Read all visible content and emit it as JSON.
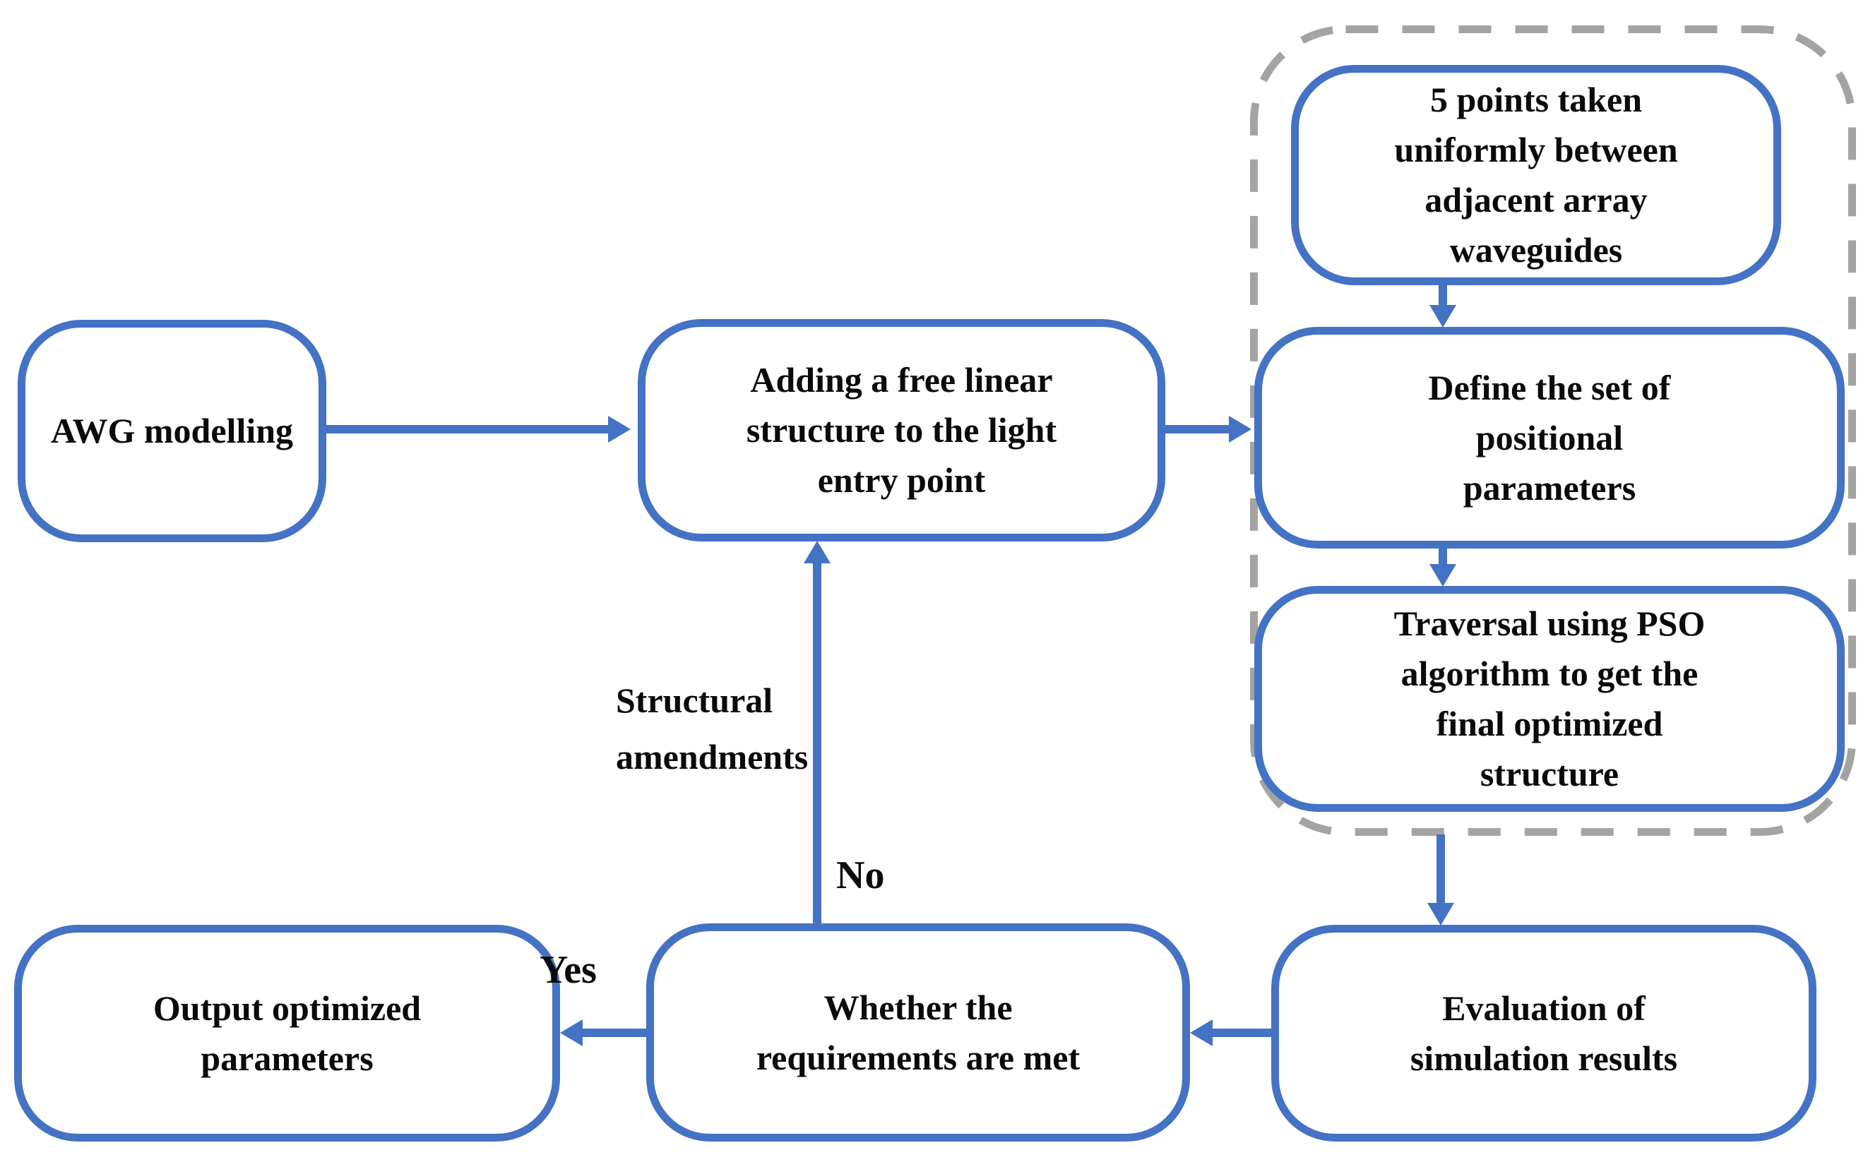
{
  "diagram": {
    "nodes": {
      "awg": {
        "label": "AWG modelling"
      },
      "adding": {
        "label": "Adding a free linear\nstructure to the light\nentry point"
      },
      "five_points": {
        "label": "5 points taken\nuniformly between\nadjacent array\nwaveguides"
      },
      "define": {
        "label": "Define the set of\npositional\nparameters"
      },
      "traversal": {
        "label": "Traversal using PSO\nalgorithm to get the\nfinal optimized\nstructure"
      },
      "evaluation": {
        "label": "Evaluation of\nsimulation results"
      },
      "whether": {
        "label": "Whether the\nrequirements are met"
      },
      "output": {
        "label": "Output optimized\nparameters"
      }
    },
    "edge_labels": {
      "structural": "Structural\namendments",
      "no": "No",
      "yes": "Yes"
    },
    "colors": {
      "node_border": "#4472C4",
      "arrow": "#4472C4",
      "group_border": "#A3A3A3",
      "text": "#0a0a0a",
      "background": "#ffffff"
    }
  }
}
